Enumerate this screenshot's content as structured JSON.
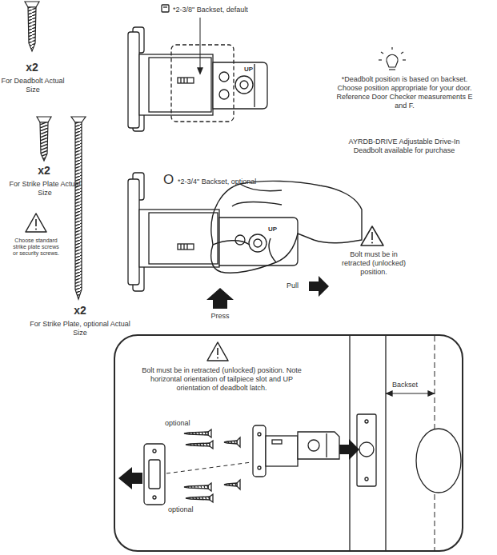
{
  "diagram": {
    "nodes": [
      {
        "text": [
          "Bolt must be in retracted (unlocked) position. Note horizontal orientation of tailpiece slot and UP orientation of deadbolt latch.",
          "Backset",
          "optional",
          "optional"
        ]
      }
    ],
    "labels": [
      "x2",
      "For Deadbolt Actual Size",
      "x2",
      "For Strike Plate Actual Size",
      "Choose standard strike plate screws or security screws.",
      "x2",
      "For Strike Plate, optional Actual Size",
      "*2-3/8\" Backset, default",
      "UP",
      "*Deadbolt position is based on backset. Choose position appropriate for your door. Reference Door Checker measurements E and F.",
      "AYRDB-DRIVE Adjustable Drive-In Deadbolt available for purchase",
      "O",
      "*2-3/4\" Backset, optional",
      "UP",
      "Bolt must be in retracted (unlocked) position.",
      "Pull",
      "Press"
    ]
  }
}
